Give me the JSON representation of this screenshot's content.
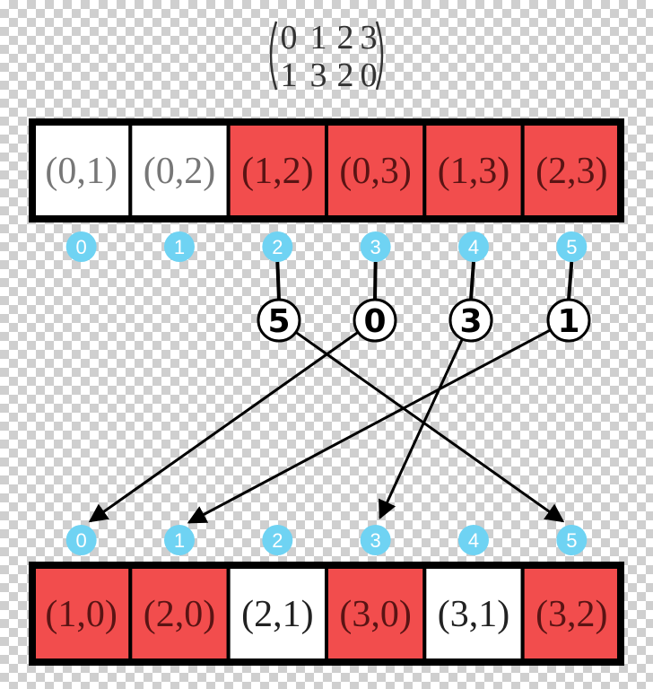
{
  "permutation": {
    "top_row": [
      "0",
      "1",
      "2",
      "3"
    ],
    "bottom_row": [
      "1",
      "3",
      "2",
      "0"
    ]
  },
  "colors": {
    "highlight": "#f24d4d",
    "plain": "#ffffff",
    "index_circle": "#6fd3f3",
    "grey_text": "#777777",
    "dark_text": "#222222"
  },
  "top_array": [
    {
      "label": "(0,1)",
      "highlighted": false
    },
    {
      "label": "(0,2)",
      "highlighted": false
    },
    {
      "label": "(1,2)",
      "highlighted": true
    },
    {
      "label": "(0,3)",
      "highlighted": true
    },
    {
      "label": "(1,3)",
      "highlighted": true
    },
    {
      "label": "(2,3)",
      "highlighted": true
    }
  ],
  "top_indices": [
    "0",
    "1",
    "2",
    "3",
    "4",
    "5"
  ],
  "mapping_nodes": [
    {
      "label": "5",
      "from_index": 2,
      "to_index": 5
    },
    {
      "label": "0",
      "from_index": 3,
      "to_index": 0
    },
    {
      "label": "3",
      "from_index": 4,
      "to_index": 3
    },
    {
      "label": "1",
      "from_index": 5,
      "to_index": 1
    }
  ],
  "bottom_indices": [
    "0",
    "1",
    "2",
    "3",
    "4",
    "5"
  ],
  "bottom_array": [
    {
      "label": "(1,0)",
      "highlighted": true
    },
    {
      "label": "(2,0)",
      "highlighted": true
    },
    {
      "label": "(2,1)",
      "highlighted": false
    },
    {
      "label": "(3,0)",
      "highlighted": true
    },
    {
      "label": "(3,1)",
      "highlighted": false
    },
    {
      "label": "(3,2)",
      "highlighted": true
    }
  ]
}
